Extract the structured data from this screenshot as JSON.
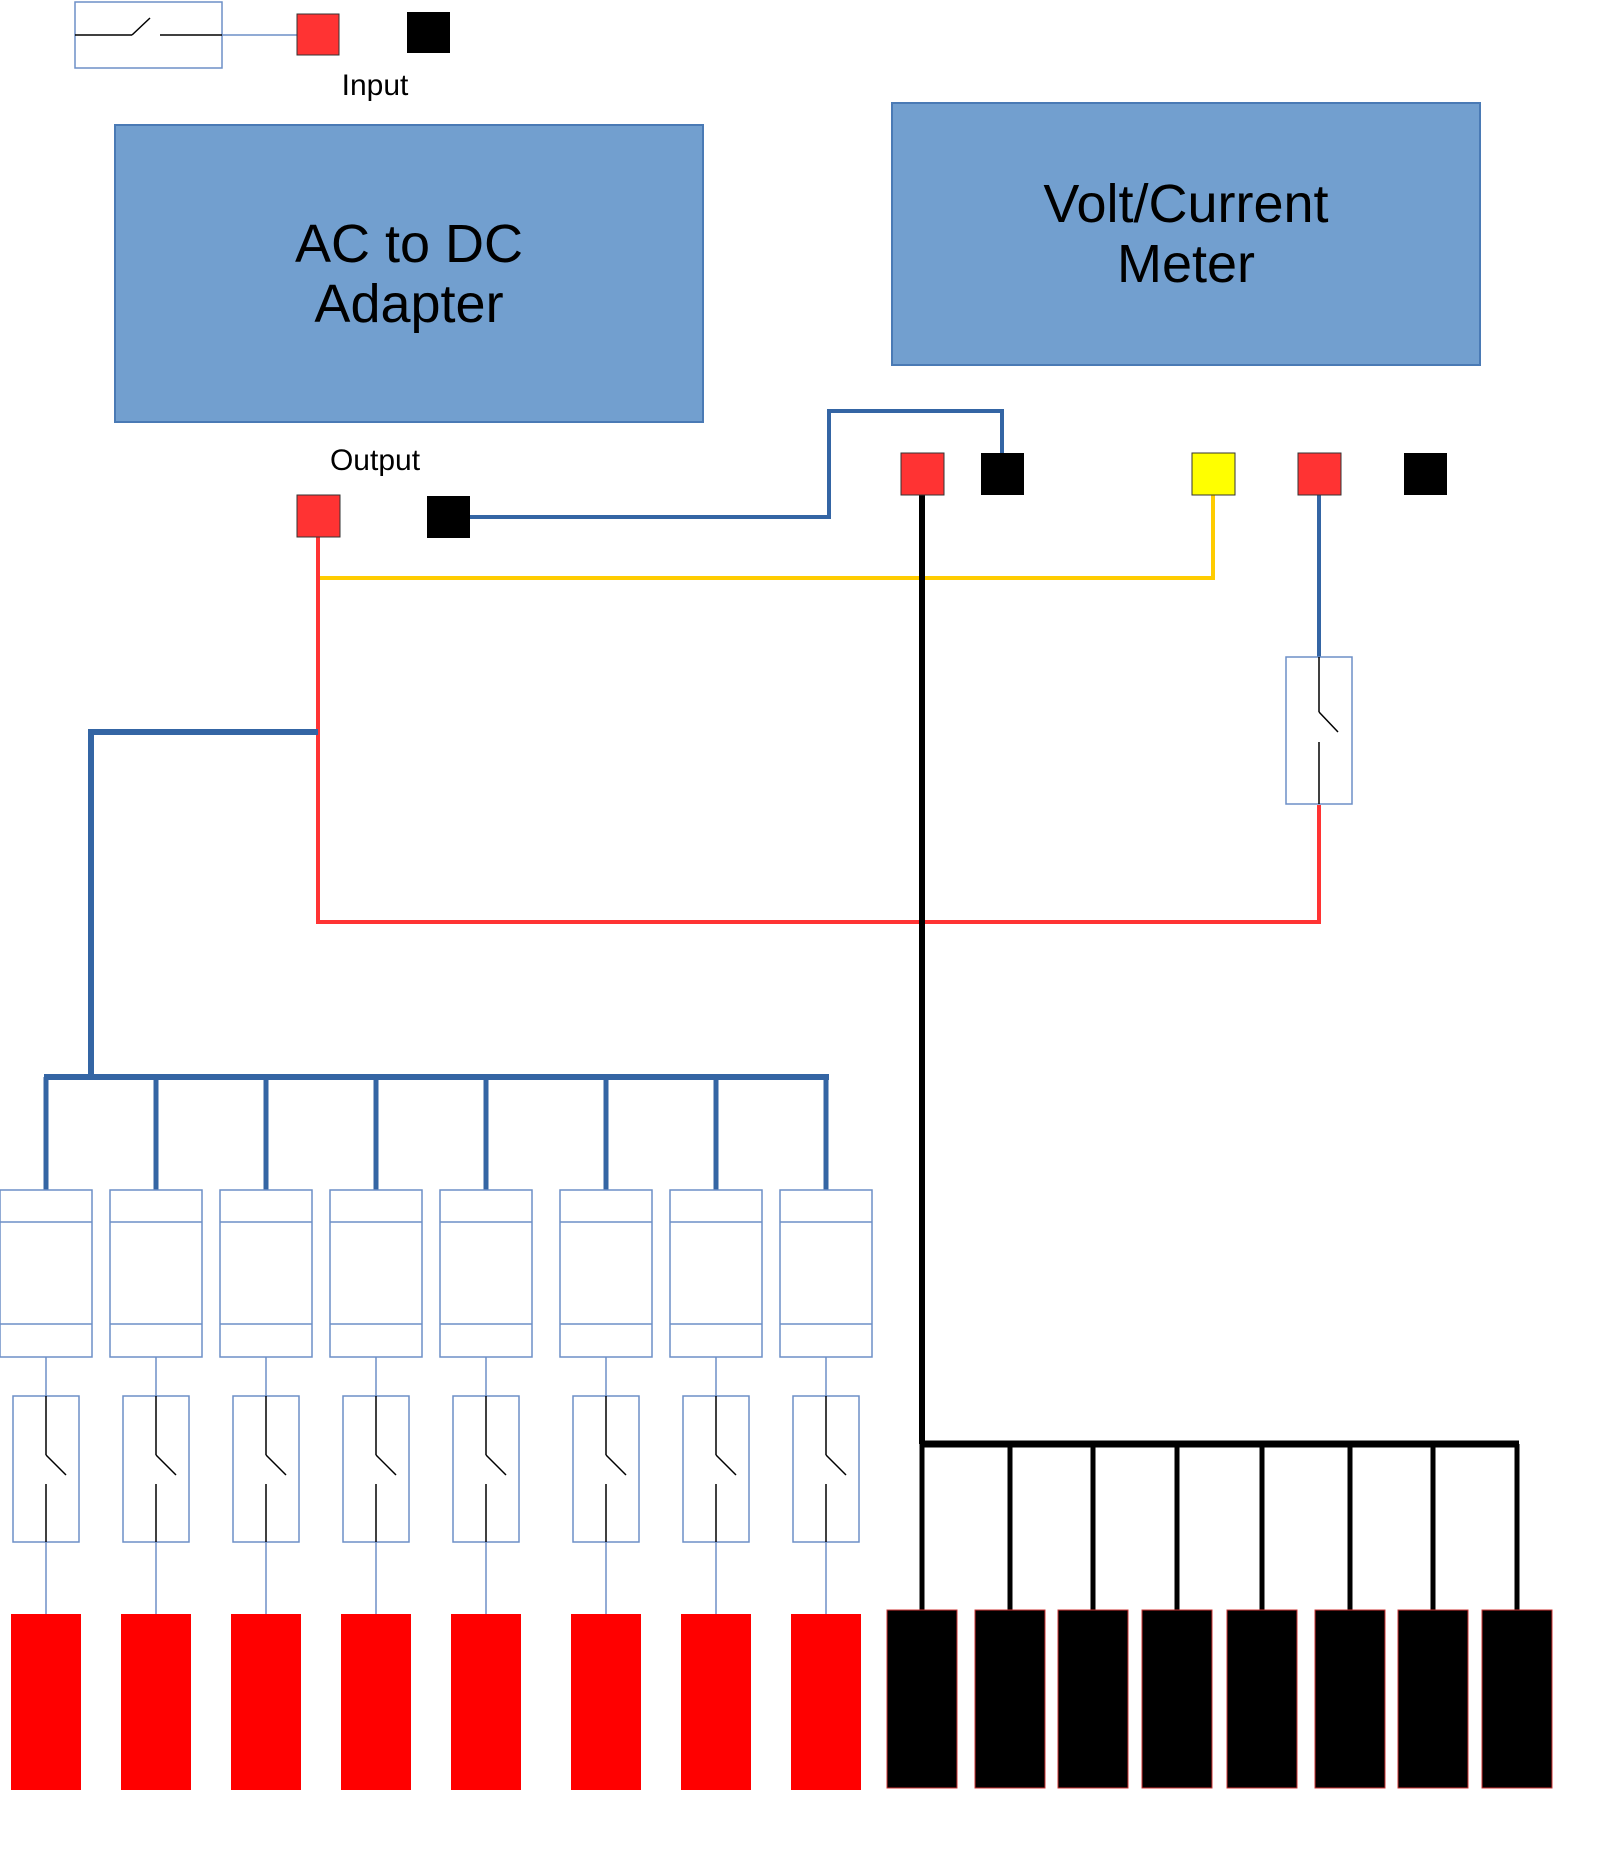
{
  "labels": {
    "input": "Input",
    "output": "Output"
  },
  "adapter": {
    "line1": "AC to DC",
    "line2": "Adapter"
  },
  "meter": {
    "line1": "Volt/Current",
    "line2": "Meter"
  },
  "colors": {
    "box_fill": "#729fcf",
    "box_stroke": "#4a7ab5",
    "terminal_red": "#ff3333",
    "terminal_black": "#000000",
    "terminal_yellow": "#ffff00",
    "wire_blue": "#3465a4",
    "wire_red": "#ff3333",
    "wire_yellow": "#ffcc00",
    "wire_black": "#000000",
    "outlet_red": "#ff0000",
    "outlet_black": "#000000",
    "part_outline": "#6d8fc7"
  },
  "channel_count": 8
}
